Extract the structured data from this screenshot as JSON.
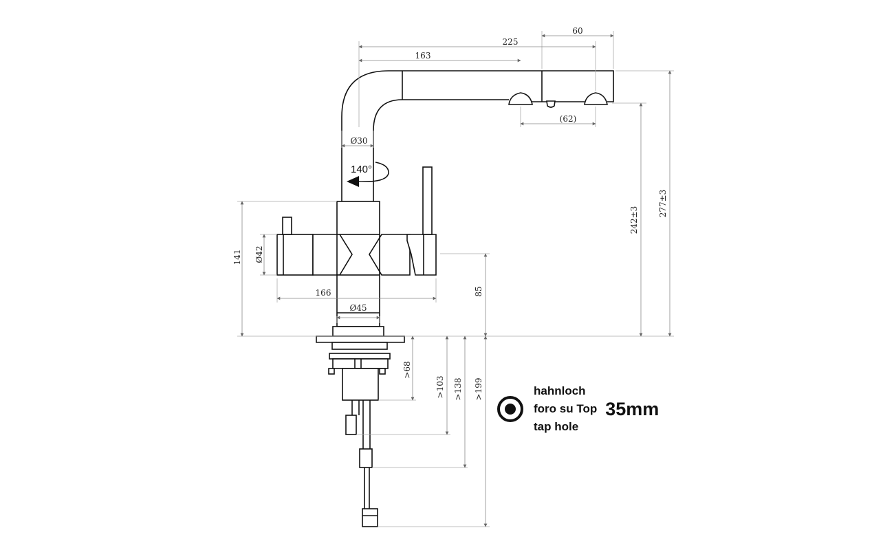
{
  "dimensions": {
    "d225": "225",
    "d60": "60",
    "d163": "163",
    "d62": "(62)",
    "d30": "Ø30",
    "rotation": "140°",
    "d141": "141",
    "d42": "Ø42",
    "d166": "166",
    "d45": "Ø45",
    "d85": "85",
    "d242": "242±3",
    "d277": "277±3",
    "d68": ">68",
    "d103": ">103",
    "d138": ">138",
    "d199": ">199"
  },
  "legend": {
    "icon": "target-icon",
    "line1": "hahnloch",
    "line2": "foro su Top",
    "line3": "tap hole",
    "size": "35mm"
  }
}
